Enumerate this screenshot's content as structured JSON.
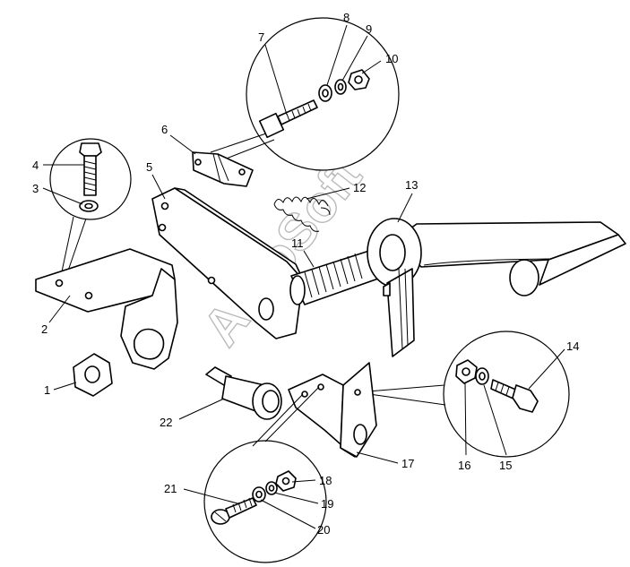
{
  "watermark": "AutoSoft",
  "callouts": [
    "1",
    "2",
    "3",
    "4",
    "5",
    "6",
    "7",
    "8",
    "9",
    "10",
    "11",
    "12",
    "13",
    "14",
    "15",
    "16",
    "17",
    "18",
    "19",
    "20",
    "21",
    "22"
  ]
}
